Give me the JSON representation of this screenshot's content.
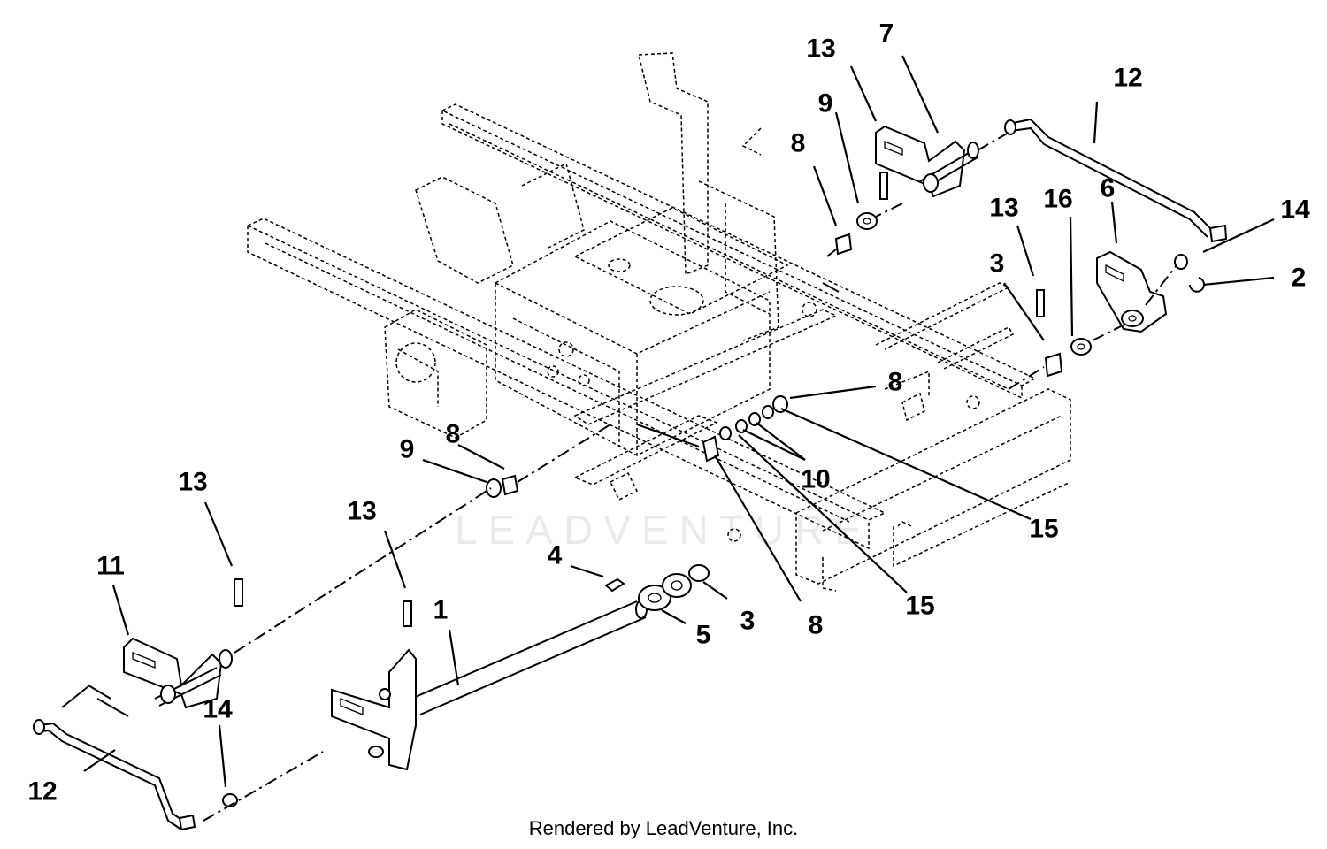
{
  "watermark": "LEADVENTURE",
  "footer": "Rendered by LeadVenture, Inc.",
  "callouts": [
    {
      "id": "c1",
      "label": "1"
    },
    {
      "id": "c2",
      "label": "2"
    },
    {
      "id": "c3a",
      "label": "3"
    },
    {
      "id": "c3b",
      "label": "3"
    },
    {
      "id": "c4",
      "label": "4"
    },
    {
      "id": "c5",
      "label": "5"
    },
    {
      "id": "c6",
      "label": "6"
    },
    {
      "id": "c7",
      "label": "7"
    },
    {
      "id": "c8a",
      "label": "8"
    },
    {
      "id": "c8b",
      "label": "8"
    },
    {
      "id": "c8c",
      "label": "8"
    },
    {
      "id": "c8d",
      "label": "8"
    },
    {
      "id": "c9a",
      "label": "9"
    },
    {
      "id": "c9b",
      "label": "9"
    },
    {
      "id": "c10",
      "label": "10"
    },
    {
      "id": "c11",
      "label": "11"
    },
    {
      "id": "c12a",
      "label": "12"
    },
    {
      "id": "c12b",
      "label": "12"
    },
    {
      "id": "c13a",
      "label": "13"
    },
    {
      "id": "c13b",
      "label": "13"
    },
    {
      "id": "c13c",
      "label": "13"
    },
    {
      "id": "c13d",
      "label": "13"
    },
    {
      "id": "c14a",
      "label": "14"
    },
    {
      "id": "c14b",
      "label": "14"
    },
    {
      "id": "c15a",
      "label": "15"
    },
    {
      "id": "c15b",
      "label": "15"
    },
    {
      "id": "c16",
      "label": "16"
    }
  ]
}
